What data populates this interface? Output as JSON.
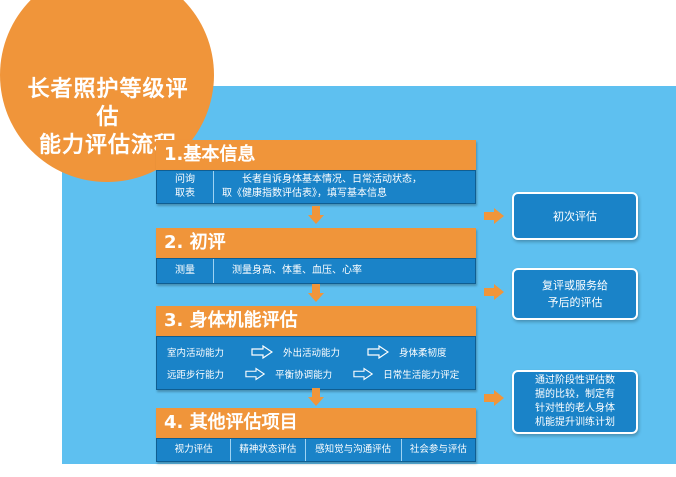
{
  "title": {
    "line1": "长者照护等级评估",
    "line2": "能力评估流程"
  },
  "sections": [
    {
      "heading": "1.基本信息",
      "rows": [
        {
          "label_1": "问询",
          "label_2": "取表",
          "text_1": "长者自诉身体基本情况、日常活动状态，",
          "text_2": "取《健康指数评估表》，填写基本信息"
        }
      ]
    },
    {
      "heading": "2. 初评",
      "rows": [
        {
          "label": "测量",
          "text": "测量身高、体重、血压、心率"
        }
      ]
    },
    {
      "heading": "3. 身体机能评估",
      "flow1": [
        "室内活动能力",
        "外出活动能力",
        "身体柔韧度"
      ],
      "flow2": [
        "远距步行能力",
        "平衡协调能力",
        "日常生活能力评定"
      ]
    },
    {
      "heading": "4. 其他评估项目",
      "cells": [
        "视力评估",
        "精神状态评估",
        "感知觉与沟通评估",
        "社会参与评估"
      ]
    }
  ],
  "side_boxes": [
    {
      "text": "初次评估"
    },
    {
      "line1": "复评或服务给",
      "line2": "予后的评估"
    },
    {
      "line1": "通过阶段性评估数",
      "line2": "据的比较，制定有",
      "line3": "针对性的老人身体",
      "line4": "机能提升训练计划"
    }
  ],
  "colors": {
    "orange": "#f0953a",
    "blue_bg": "#5ec0f0",
    "dark_blue": "#1a83c8",
    "white": "#ffffff"
  },
  "icons": {
    "down_arrow": "arrow-down",
    "right_arrow": "arrow-right",
    "flow_arrow": "outline-arrow-right"
  }
}
